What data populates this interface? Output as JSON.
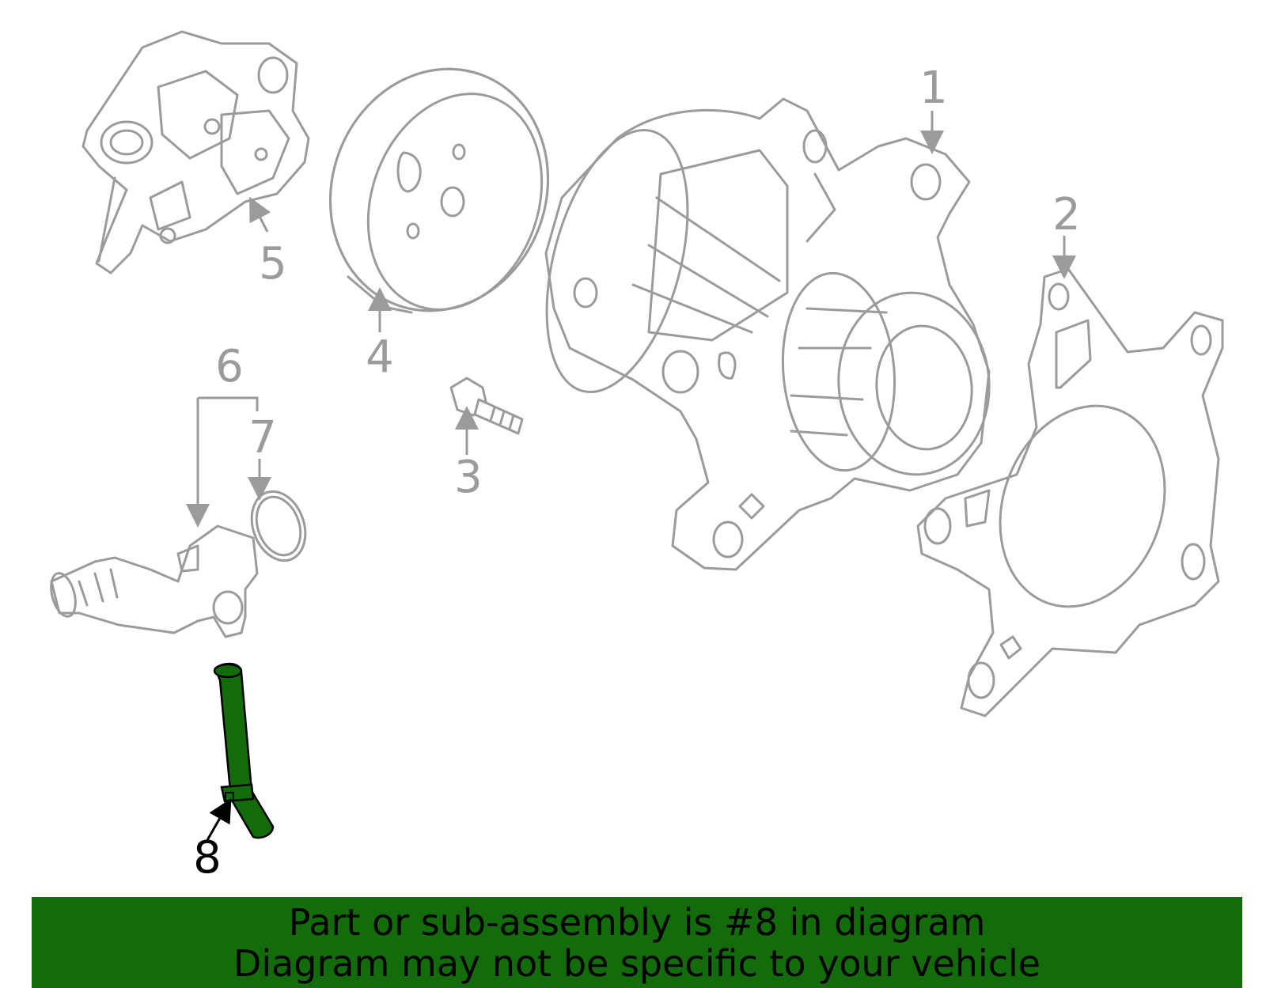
{
  "diagram": {
    "callouts": [
      "1",
      "2",
      "3",
      "4",
      "5",
      "6",
      "7",
      "8"
    ],
    "highlighted_part": "8",
    "colors": {
      "line_art": "#9b9b9b",
      "highlight": "#146b0b",
      "highlight_text": "#000000"
    }
  },
  "banner": {
    "line1": "Part or sub-assembly is #8 in diagram",
    "line2": "Diagram may not be specific to your vehicle"
  }
}
